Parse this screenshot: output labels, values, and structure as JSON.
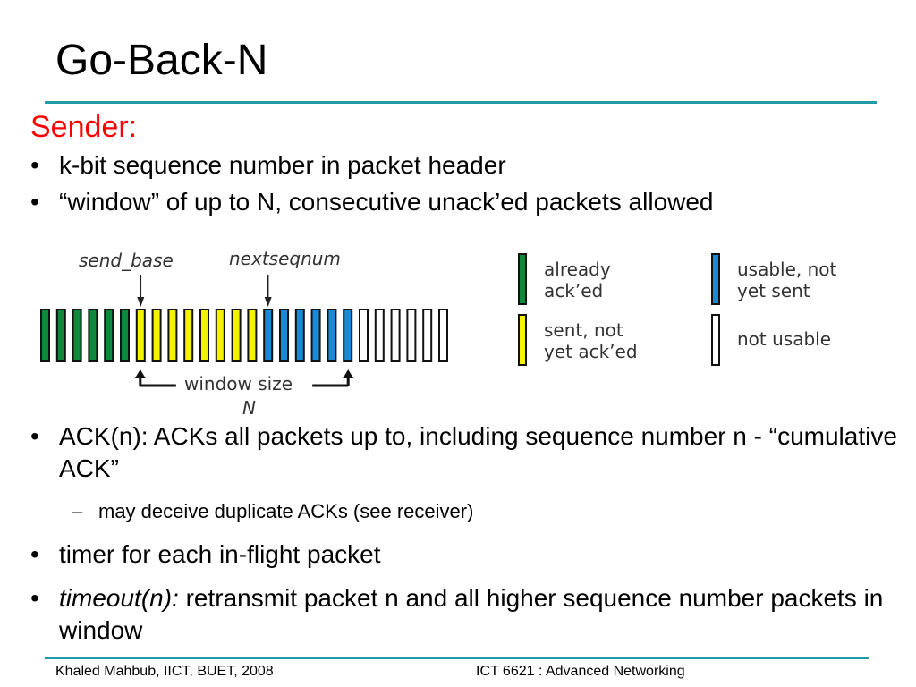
{
  "slide": {
    "title": "Go-Back-N",
    "sender_heading": "Sender:",
    "bullets_top": [
      "k-bit sequence number in packet header",
      "“window” of up to N, consecutive unack’ed packets allowed"
    ],
    "bullets_bottom": [
      "ACK(n): ACKs all packets up to, including sequence number n - “cumulative ACK”",
      "timer for each in-flight packet"
    ],
    "sub_bullet": "may deceive duplicate ACKs (see receiver)",
    "timeout_bullet": {
      "italic": "timeout(n):",
      "rest": " retransmit packet n and all higher sequence number packets in window"
    },
    "bullet_glyph": "•",
    "dash_glyph": "–"
  },
  "diagram": {
    "send_base_label": "send_base",
    "nextseqnum_label": "nextseqnum",
    "window_label": "window size",
    "window_var": "N",
    "packet_groups": [
      {
        "state": "acked",
        "count": 6
      },
      {
        "state": "sent",
        "count": 8
      },
      {
        "state": "usable",
        "count": 6
      },
      {
        "state": "not-usable",
        "count": 6
      }
    ],
    "colors": {
      "acked": "#0e8a3a",
      "sent": "#f5f200",
      "usable": "#1a8ad6",
      "not-usable": "#ffffff",
      "accent": "#1f9aa6",
      "heading": "#ff0000"
    }
  },
  "legend": [
    {
      "state": "acked",
      "line1": "already",
      "line2": "ack’ed"
    },
    {
      "state": "sent",
      "line1": "sent, not",
      "line2": "yet ack’ed"
    },
    {
      "state": "usable",
      "line1": "usable, not",
      "line2": "yet sent"
    },
    {
      "state": "not-usable",
      "line1": "not usable",
      "line2": ""
    }
  ],
  "footer": {
    "left": "Khaled Mahbub, IICT, BUET, 2008",
    "right": "ICT 6621 : Advanced Networking"
  }
}
